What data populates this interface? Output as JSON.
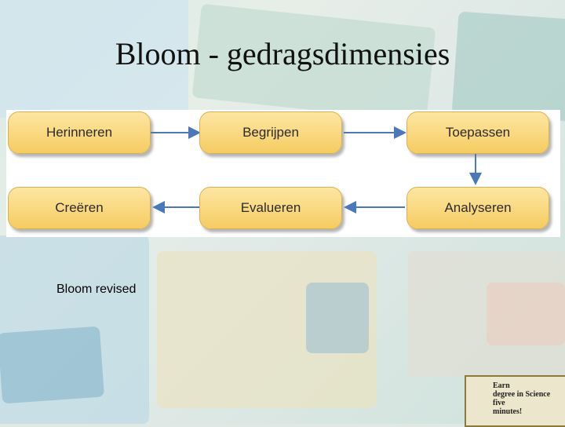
{
  "slide": {
    "title": "Bloom - gedragsdimensies",
    "caption": "Bloom revised"
  },
  "diagram": {
    "nodes": [
      {
        "id": "herinneren",
        "label": "Herinneren"
      },
      {
        "id": "begrijpen",
        "label": "Begrijpen"
      },
      {
        "id": "toepassen",
        "label": "Toepassen"
      },
      {
        "id": "analyseren",
        "label": "Analyseren"
      },
      {
        "id": "evalueren",
        "label": "Evalueren"
      },
      {
        "id": "creeren",
        "label": "Creëren"
      }
    ],
    "edges": [
      {
        "from": "herinneren",
        "to": "begrijpen"
      },
      {
        "from": "begrijpen",
        "to": "toepassen"
      },
      {
        "from": "toepassen",
        "to": "analyseren"
      },
      {
        "from": "analyseren",
        "to": "evalueren"
      },
      {
        "from": "evalueren",
        "to": "creeren"
      }
    ],
    "colors": {
      "node_fill": "#f6cc62",
      "arrow": "#4a78b8"
    }
  },
  "background": {
    "book_cover_text": [
      "Earn",
      "degree in Science",
      "five",
      "minutes!"
    ]
  }
}
